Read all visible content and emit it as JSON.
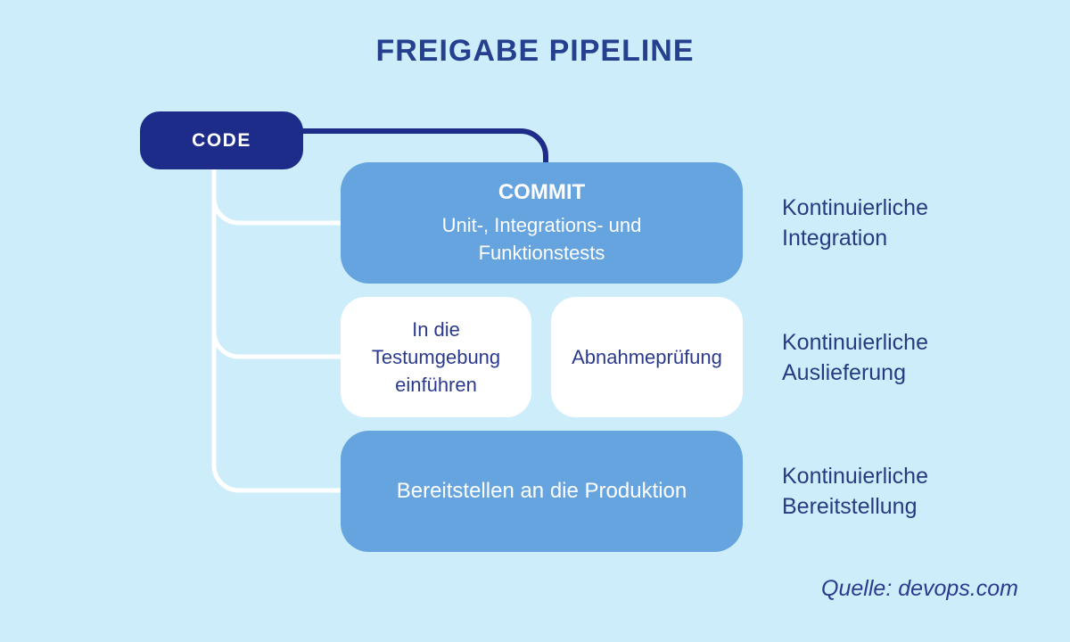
{
  "title": "FREIGABE PIPELINE",
  "colors": {
    "background": "#CEEDFB",
    "navy": "#1D2C88",
    "mid_blue": "#65A4DF",
    "white_box": "#FFFFFF",
    "title_text": "#24408E",
    "label_text": "#283A80",
    "box_text": "#2B3A8F",
    "connector_white": "#FFFFFF"
  },
  "nodes": {
    "code": {
      "label": "CODE"
    },
    "commit": {
      "title": "COMMIT",
      "subtitle": "Unit-, Integrations- und\nFunktionstests"
    },
    "test": {
      "label": "In die\nTestumgebung\neinführen"
    },
    "acceptance": {
      "label": "Abnahmeprüfung"
    },
    "production": {
      "label": "Bereitstellen an die Produktion"
    }
  },
  "stage_labels": [
    {
      "text": "Kontinuierliche\nIntegration"
    },
    {
      "text": "Kontinuierliche\nAuslieferung"
    },
    {
      "text": "Kontinuierliche\nBereitstellung"
    }
  ],
  "source": "Quelle: devops.com"
}
